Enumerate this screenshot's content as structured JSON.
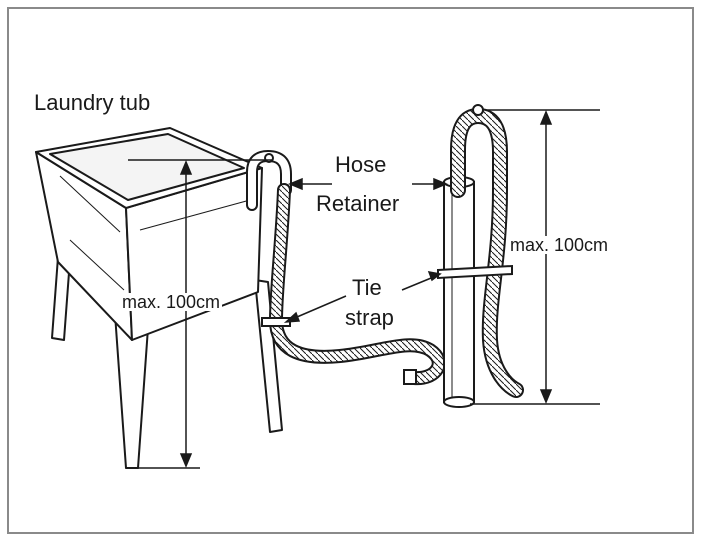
{
  "labels": {
    "laundry_tub": "Laundry tub",
    "hose_retainer_line1": "Hose",
    "hose_retainer_line2": "Retainer",
    "tie_strap_line1": "Tie",
    "tie_strap_line2": "strap",
    "max_height_tub": "max. 100cm",
    "max_height_standpipe": "max. 100cm"
  },
  "colors": {
    "line": "#1a1a1a",
    "frame": "#8a8a8a",
    "background": "#ffffff"
  }
}
